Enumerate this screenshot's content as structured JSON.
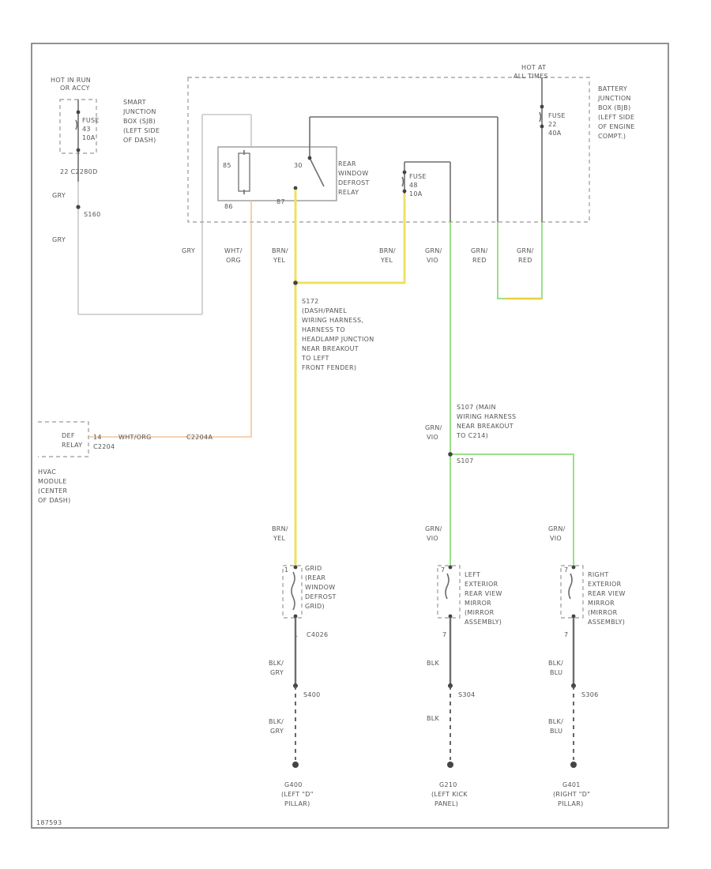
{
  "labels": {
    "smart_jb_hot": [
      "HOT IN RUN",
      "OR ACCY"
    ],
    "smart_jb_fuse": [
      "FUSE",
      "43",
      "10A"
    ],
    "smart_jb_name": [
      "SMART",
      "JUNCTION",
      "BOX (SJB)",
      "(LEFT SIDE",
      "OF DASH)"
    ],
    "smart_jb_conn": "22   C2280D",
    "wire_gry_1": "GRY",
    "splice_s160": "S160",
    "wire_gry_2": "GRY",
    "battery_jb_hot": [
      "HOT AT",
      "ALL TIMES"
    ],
    "battery_jb_name": [
      "BATTERY",
      "JUNCTION",
      "BOX (BJB)",
      "(LEFT SIDE",
      "OF ENGINE",
      "COMPT.)"
    ],
    "battery_jb_fuse": [
      "FUSE",
      "22",
      "40A"
    ],
    "relay_pin_85": "85",
    "relay_pin_30": "30",
    "relay_pin_86": "86",
    "relay_pin_87": "87",
    "relay_name": [
      "REAR",
      "WINDOW",
      "DEFROST",
      "RELAY"
    ],
    "fuse_48": [
      "FUSE",
      "48",
      "10A"
    ],
    "wire_gry_top": "GRY",
    "wire_wht_org": [
      "WHT/",
      "ORG"
    ],
    "wire_brn_yel_1": [
      "BRN/",
      "YEL"
    ],
    "wire_brn_yel_2": [
      "BRN/",
      "YEL"
    ],
    "wire_grn_vio_top": [
      "GRN/",
      "VIO"
    ],
    "wire_grn_red_1": [
      "GRN/",
      "RED"
    ],
    "wire_grn_red_2": [
      "GRN/",
      "RED"
    ],
    "splice_s172": [
      "S172",
      "(DASH/PANEL",
      "WIRING HARNESS,",
      "HARNESS TO",
      "HEADLAMP JUNCTION",
      "NEAR BREAKOUT",
      "TO LEFT",
      "FRONT FENDER)"
    ],
    "hvac_module": [
      "HVAC",
      "MODULE",
      "(CENTER",
      "OF DASH)"
    ],
    "hvac_pin": [
      "DEF",
      "RELAY"
    ],
    "hvac_pin_num": "14",
    "hvac_wire": "WHT/ORG",
    "hvac_conn": "C2204",
    "hvac_conn2": "C2204A",
    "splice_s107": [
      "S107 (MAIN",
      "WIRING HARNESS",
      "NEAR BREAKOUT",
      "TO C214)"
    ],
    "wire_grn_vio_mid": [
      "GRN/",
      "VIO"
    ],
    "splice_s107_id": "S107",
    "wire_brn_yel_3": [
      "BRN/",
      "YEL"
    ],
    "wire_grn_vio_l": [
      "GRN/",
      "VIO"
    ],
    "wire_grn_vio_r": [
      "GRN/",
      "VIO"
    ],
    "grid_name": [
      "GRID",
      "(REAR",
      "WINDOW",
      "DEFROST",
      "GRID)"
    ],
    "left_mirror": [
      "LEFT",
      "EXTERIOR",
      "REAR VIEW",
      "MIRROR",
      "(MIRROR",
      "ASSEMBLY)"
    ],
    "right_mirror": [
      "RIGHT",
      "EXTERIOR",
      "REAR VIEW",
      "MIRROR",
      "(MIRROR",
      "ASSEMBLY)"
    ],
    "grid_pin_top": "1",
    "grid_pin_bot": "1",
    "grid_conn": "C4026",
    "lm_pin_top": "7",
    "lm_pin_bot": "7",
    "rm_pin_top": "7",
    "rm_pin_bot": "7",
    "wire_blk_gry_1": [
      "BLK/",
      "GRY"
    ],
    "wire_blk_gry_2": [
      "BLK/",
      "GRY"
    ],
    "wire_blk_1": "BLK",
    "wire_blk_2": "BLK",
    "wire_blk_blu_1": [
      "BLK/",
      "BLU"
    ],
    "wire_blk_blu_2": [
      "BLK/",
      "BLU"
    ],
    "splice_s400": "S400",
    "splice_s304": "S304",
    "splice_s306": "S306",
    "ground_g400": [
      "G400",
      "(LEFT \"D\"",
      "PILLAR)"
    ],
    "ground_g210": [
      "G210",
      "(LEFT KICK",
      "PANEL)"
    ],
    "ground_g401": [
      "G401",
      "(RIGHT \"D\"",
      "PILLAR)"
    ],
    "diagram_id": "187593"
  }
}
